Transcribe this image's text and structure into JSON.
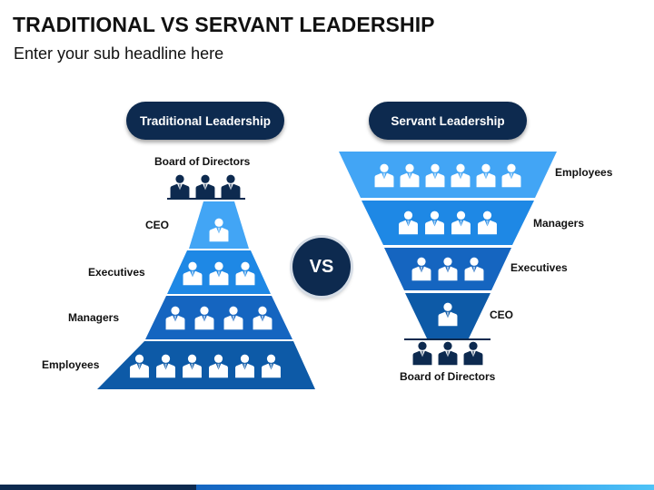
{
  "header": {
    "title": "TRADITIONAL VS SERVANT LEADERSHIP",
    "subtitle": "Enter your sub headline here"
  },
  "traditional": {
    "heading": "Traditional Leadership",
    "top_label": "Board of Directors",
    "levels": [
      {
        "label": "CEO",
        "people": 1,
        "color": "#42a5f5"
      },
      {
        "label": "Executives",
        "people": 3,
        "color": "#1e88e5"
      },
      {
        "label": "Managers",
        "people": 4,
        "color": "#1565c0"
      },
      {
        "label": "Employees",
        "people": 6,
        "color": "#0d5aa7"
      }
    ]
  },
  "vs_label": "VS",
  "servant": {
    "heading": "Servant Leadership",
    "bottom_label": "Board of Directors",
    "levels": [
      {
        "label": "Employees",
        "people": 6,
        "color": "#42a5f5"
      },
      {
        "label": "Managers",
        "people": 4,
        "color": "#1e88e5"
      },
      {
        "label": "Executives",
        "people": 3,
        "color": "#1565c0"
      },
      {
        "label": "CEO",
        "people": 1,
        "color": "#0d5aa7"
      }
    ]
  },
  "colors": {
    "navy": "#0d2a4f",
    "people_dark": "#0d2a4f"
  }
}
